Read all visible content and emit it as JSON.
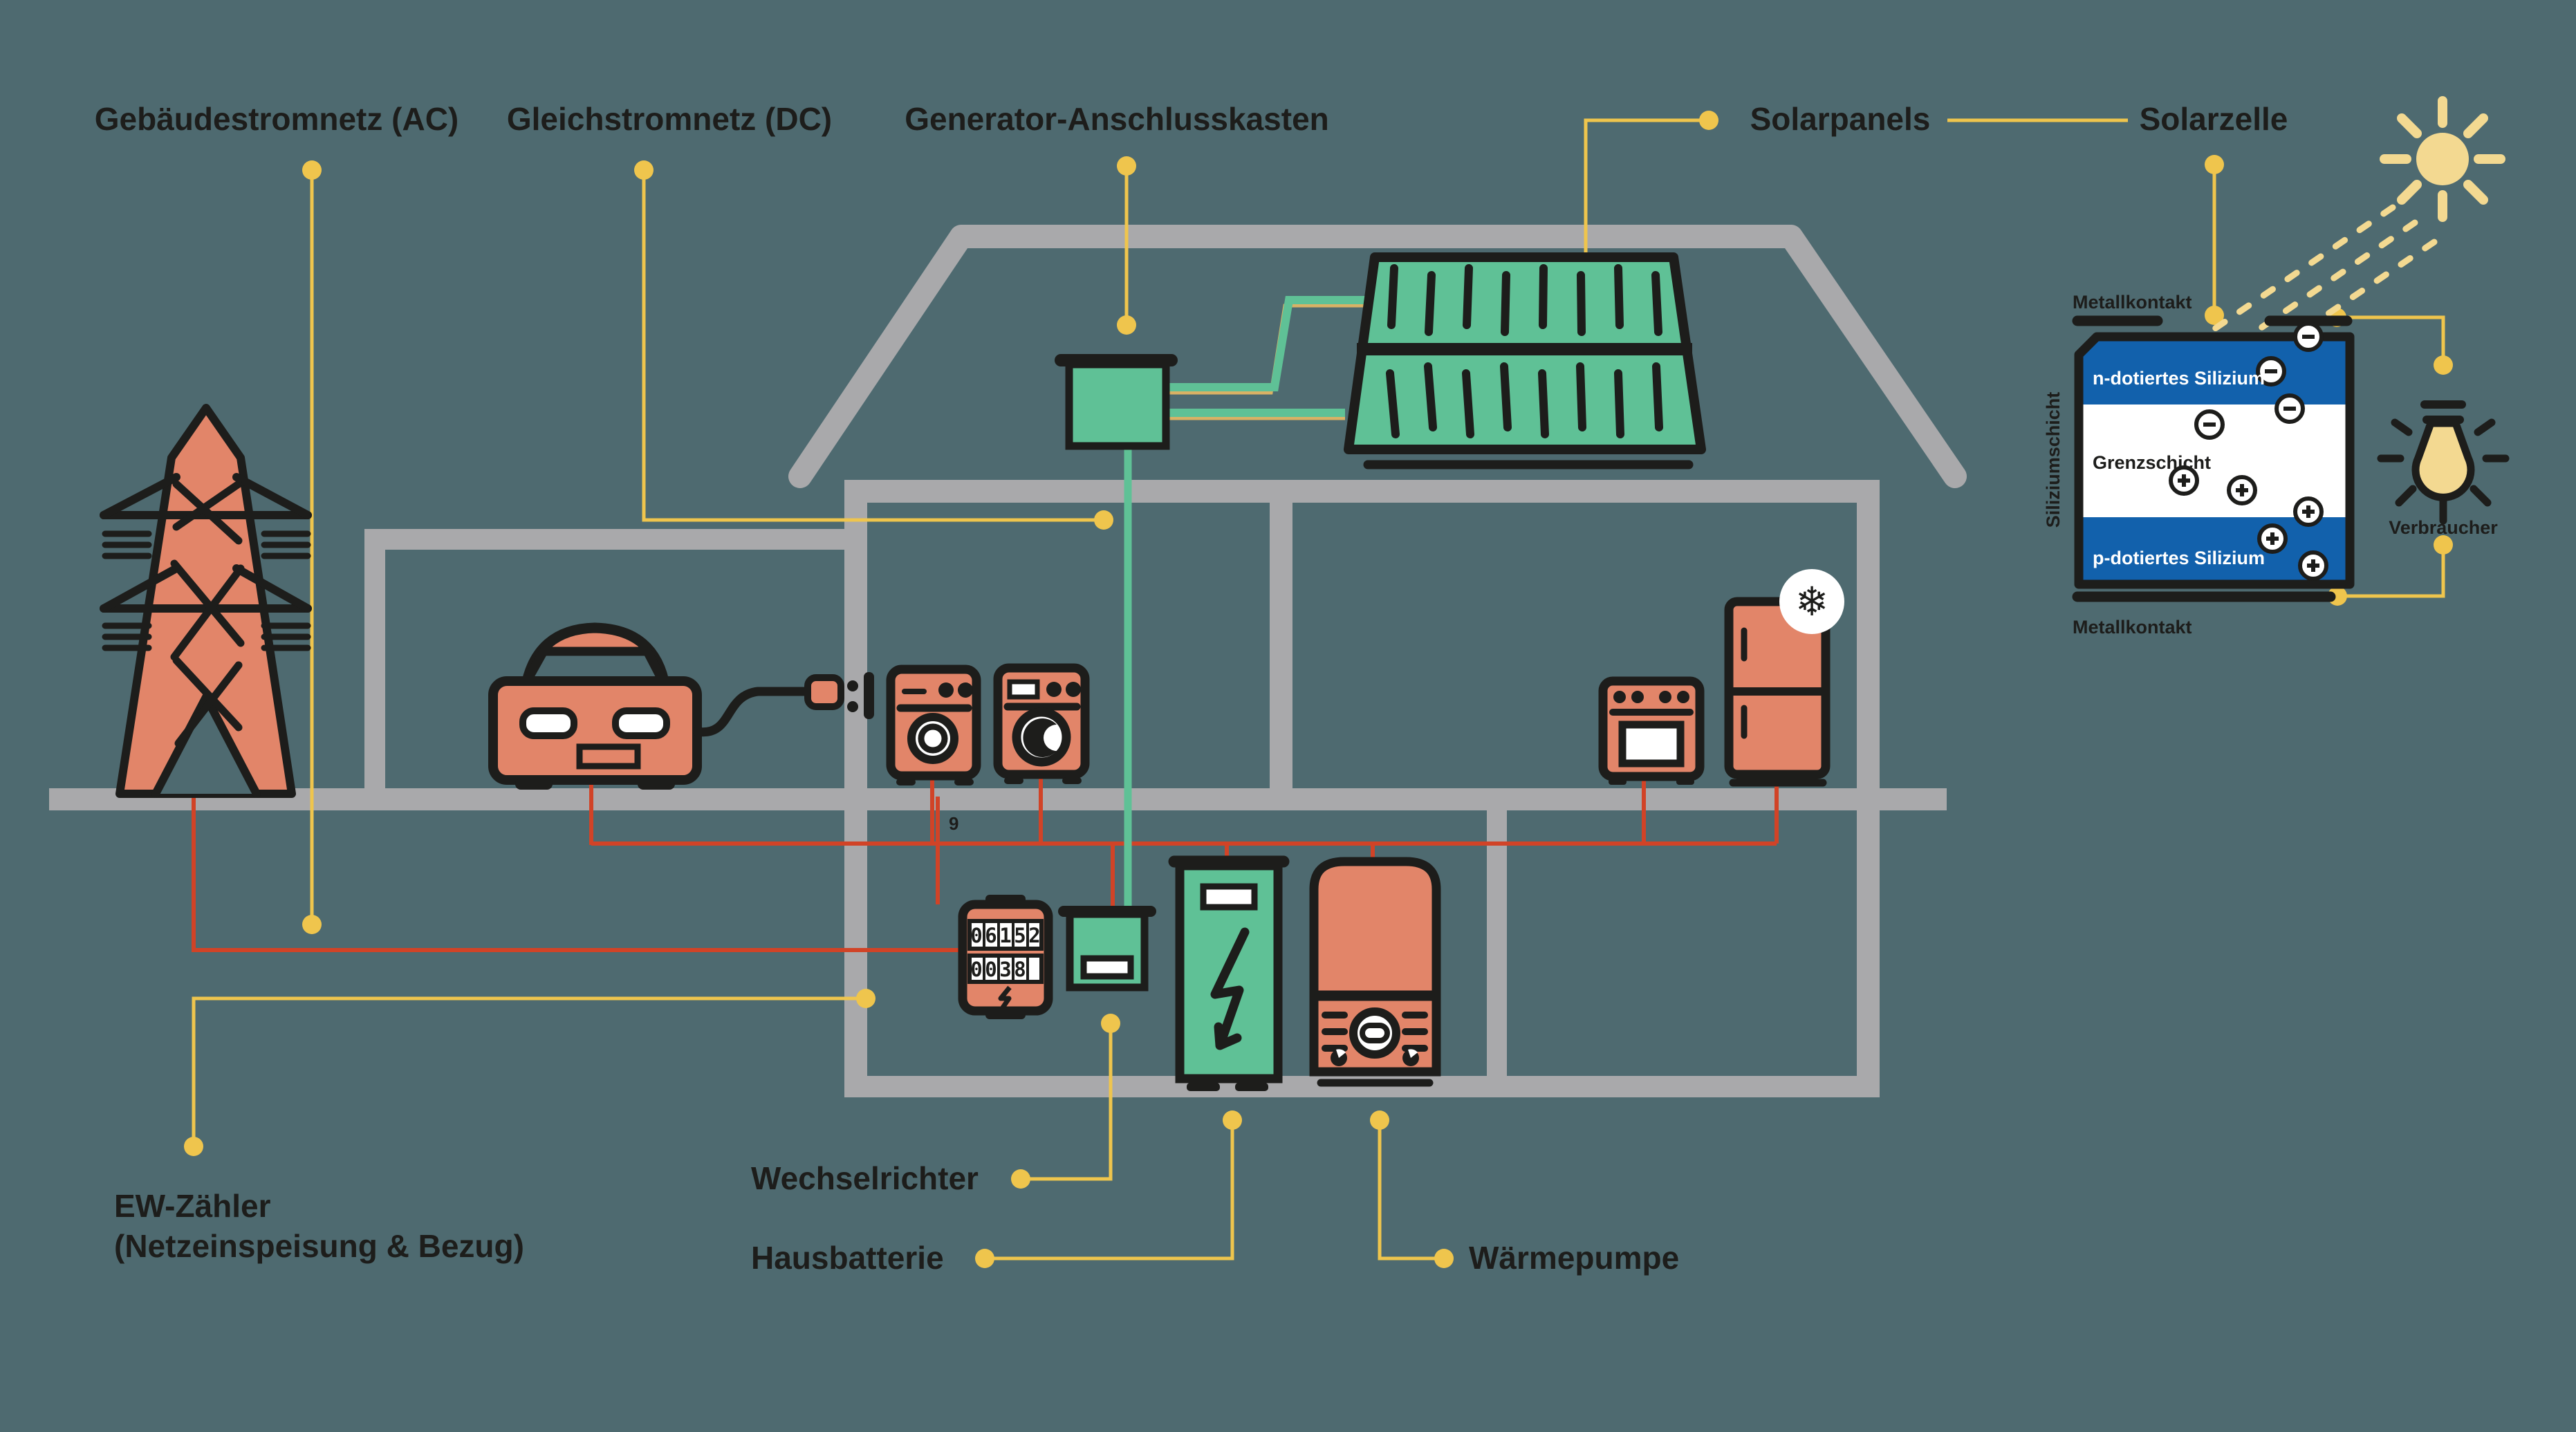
{
  "diagram_title_implicit": "Solar home energy system (German infographic)",
  "labels": {
    "building_grid_ac": "Gebäudestromnetz (AC)",
    "dc_grid": "Gleichstromnetz (DC)",
    "generator_box": "Generator-Anschlusskasten",
    "solar_panels": "Solarpanels",
    "solar_cell": "Solarzelle",
    "ew_meter_line1": "EW-Zähler",
    "ew_meter_line2": "(Netzeinspeisung & Bezug)",
    "inverter": "Wechselrichter",
    "home_battery": "Hausbatterie",
    "heat_pump": "Wärmepumpe"
  },
  "solar_cell_diagram": {
    "metal_contact_top": "Metallkontakt",
    "metal_contact_bottom": "Metallkontakt",
    "n_layer": "n-dotiertes Silizium",
    "junction_layer": "Grenzschicht",
    "p_layer": "p-dotiertes Silizium",
    "silicon_stack": "Siliziumschicht",
    "consumer": "Verbraucher",
    "negative_charge_count": 4,
    "positive_charge_count": 5
  },
  "meter": {
    "row1": [
      "0",
      "6",
      "1",
      "5",
      "2"
    ],
    "row2": [
      "0",
      "0",
      "3",
      "8",
      ""
    ]
  },
  "stray_digit": "9",
  "icons": {
    "snowflake_char": "❄"
  },
  "colors": {
    "background": "#4e6a70",
    "outline": "#1d1d1b",
    "salmon": "#e28569",
    "green": "#5fc196",
    "structure_gray": "#a9a9ab",
    "wire_yellow": "#efc54d",
    "pale_yellow": "#f3d991",
    "wire_red": "#d14327",
    "layer_blue": "#1261ac",
    "white": "#ffffff"
  }
}
